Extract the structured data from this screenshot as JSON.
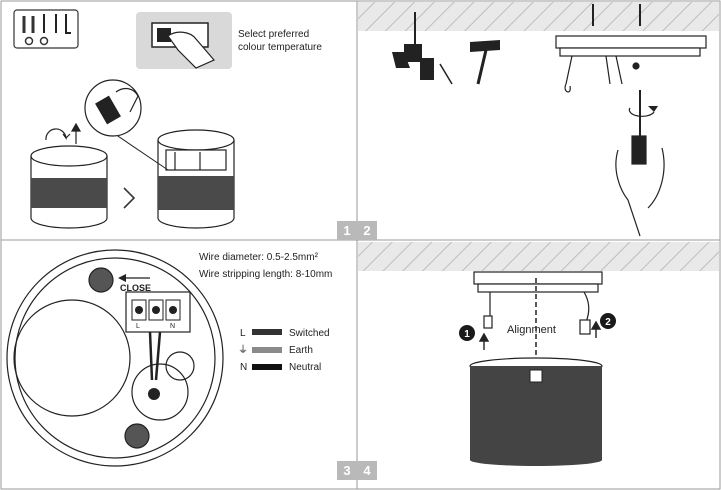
{
  "panels": {
    "p1": {
      "instruction": [
        "Select preferred",
        "colour temperature"
      ],
      "step_number": "1"
    },
    "p2": {
      "step_number": "2"
    },
    "p3": {
      "spec": [
        "Wire diameter: 0.5-2.5mm²",
        "Wire stripping length: 8-10mm"
      ],
      "close_label": "CLOSE",
      "terminal_labels": [
        "L",
        "",
        "N"
      ],
      "wires": [
        {
          "code": "L",
          "name": "Switched"
        },
        {
          "code": "⏚",
          "name": "Earth"
        },
        {
          "code": "N",
          "name": "Neutral"
        }
      ],
      "step_number": "3"
    },
    "p4": {
      "alignment_label": "Alignment",
      "marker_left": "1",
      "marker_right": "2",
      "step_number": "4"
    }
  },
  "colors": {
    "line": "#2b2b2b",
    "badge": "#b9b9b9",
    "hatch": "#bdbdbd"
  }
}
